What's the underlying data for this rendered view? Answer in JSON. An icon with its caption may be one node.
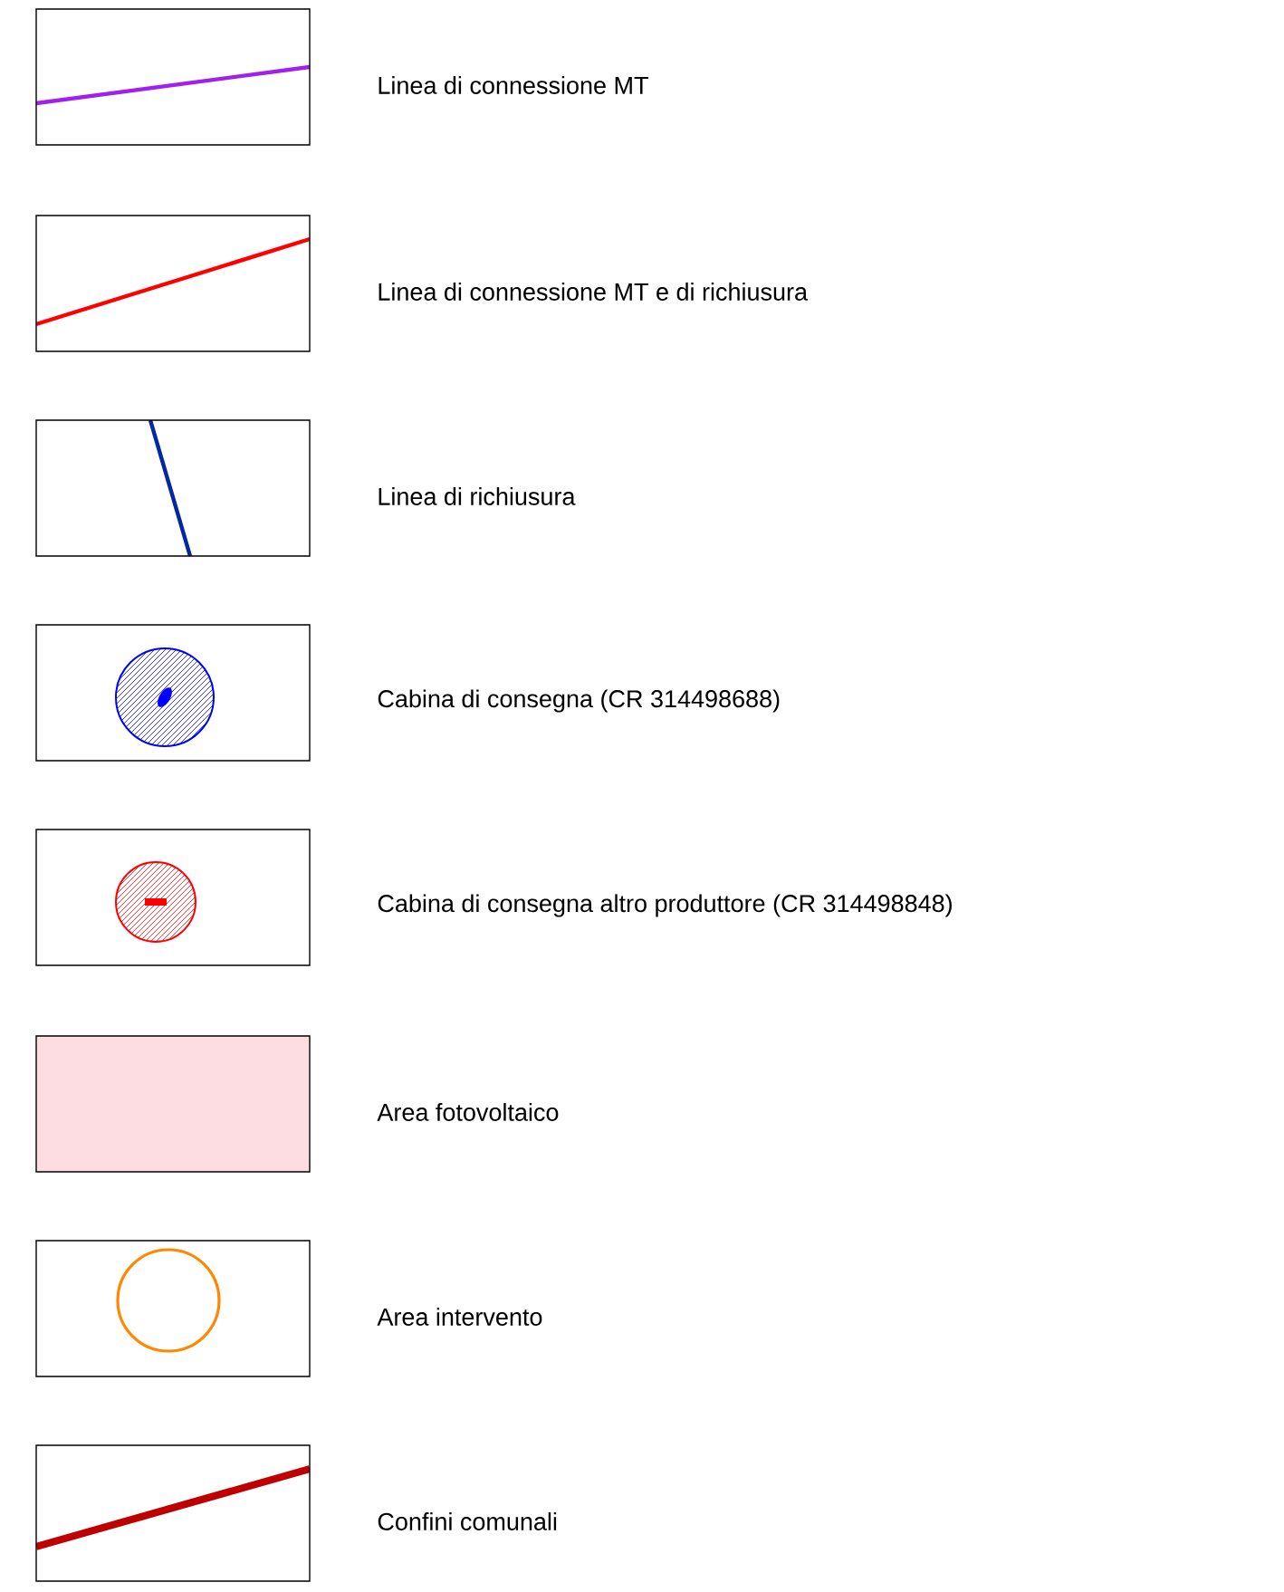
{
  "diagram": {
    "legend": [
      {
        "text": "Linea di connessione MT"
      },
      {
        "text": "Linea di connessione MT e di richiusura"
      },
      {
        "text": "Linea di richiusura"
      },
      {
        "text": "Cabina di consegna (CR 314498688)"
      },
      {
        "text": "Cabina di consegna altro produttore (CR 314498848)"
      },
      {
        "text": "Area fotovoltaico",
        "color": "#fddde2"
      },
      {
        "text": "Area intervento"
      },
      {
        "text": "Confini comunali"
      }
    ]
  }
}
